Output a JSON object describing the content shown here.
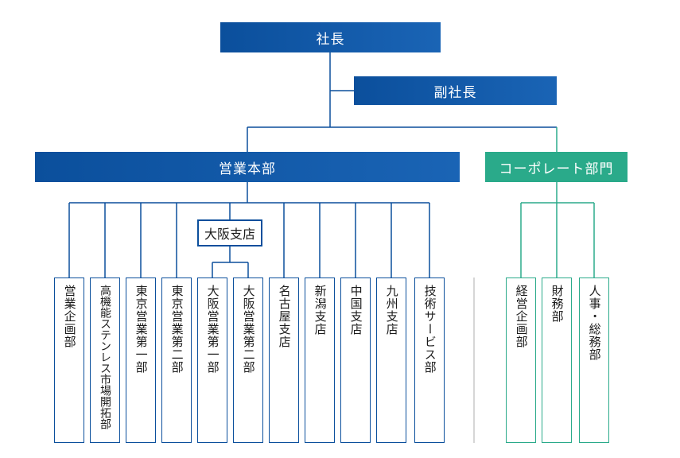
{
  "president": "社長",
  "vice_president": "副社長",
  "sales_hq": "営業本部",
  "corporate": "コーポレート部門",
  "osaka_branch": "大阪支店",
  "sales_departments": [
    "営業企画部",
    "高機能ステンレス市場開拓部",
    "東京営業第一部",
    "東京営業第二部",
    "大阪営業第一部",
    "大阪営業第二部",
    "名古屋支店",
    "新潟支店",
    "中国支店",
    "九州支店",
    "技術サービス部"
  ],
  "corporate_departments": [
    "経営企画部",
    "財務部",
    "人事・総務部"
  ],
  "colors": {
    "blue": "#0b4f9c",
    "green": "#2aaa8a",
    "divider": "#c8c8c8"
  }
}
